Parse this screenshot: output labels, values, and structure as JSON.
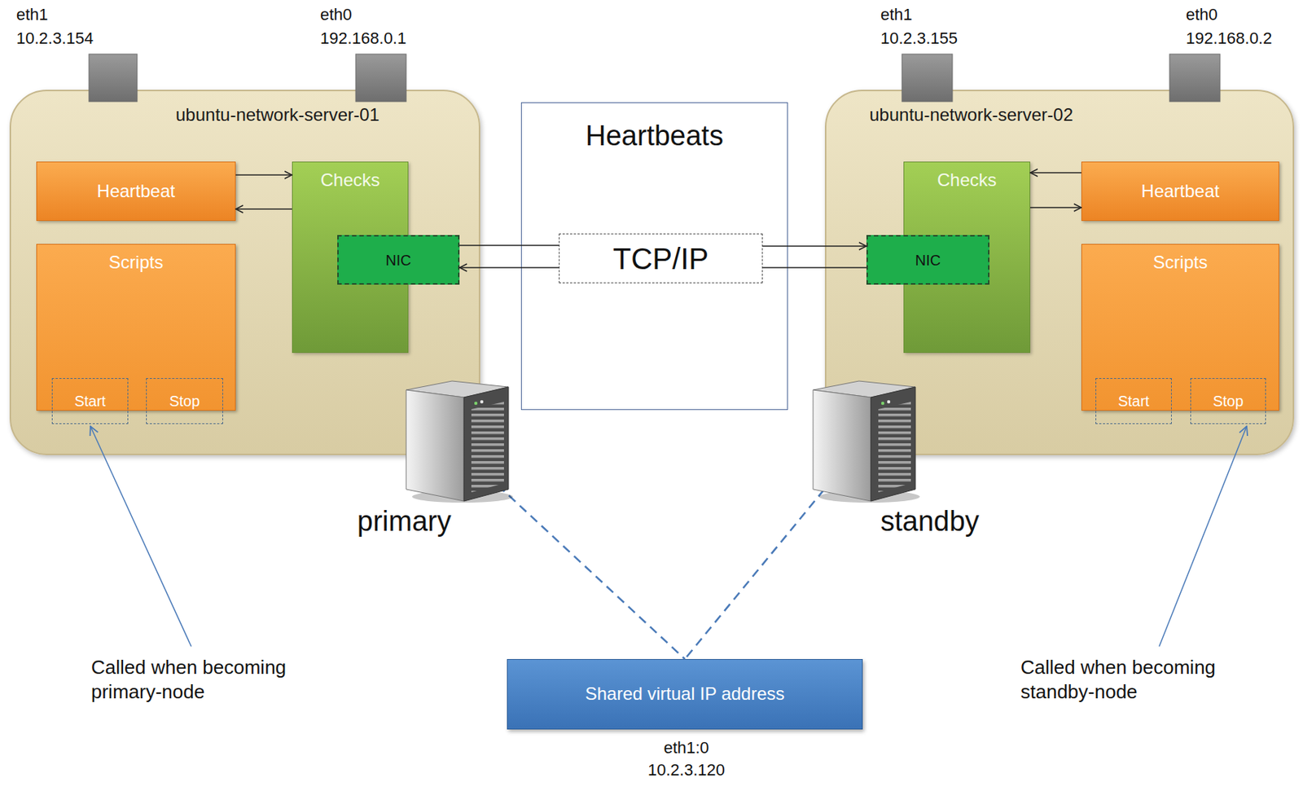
{
  "diagram": {
    "nodes": [
      {
        "text": [
          "ubuntu-network-server-01"
        ]
      },
      {
        "text": [
          "Heartbeat"
        ],
        "in": 0
      },
      {
        "text": [
          "Checks"
        ],
        "in": 0
      },
      {
        "text": [
          "NIC"
        ],
        "in": 2
      },
      {
        "text": [
          "Scripts"
        ],
        "in": 0
      },
      {
        "text": [
          "Start"
        ],
        "in": 4
      },
      {
        "text": [
          "Stop"
        ],
        "in": 4
      },
      {
        "text": [
          "Heartbeats"
        ]
      },
      {
        "text": [
          "TCP/IP"
        ],
        "in": 7
      },
      {
        "text": [
          "ubuntu-network-server-02"
        ]
      },
      {
        "text": [
          "Checks"
        ],
        "in": 9
      },
      {
        "text": [
          "NIC"
        ],
        "in": 10
      },
      {
        "text": [
          "Heartbeat"
        ],
        "in": 9
      },
      {
        "text": [
          "Scripts"
        ],
        "in": 9
      },
      {
        "text": [
          "Start"
        ],
        "in": 13
      },
      {
        "text": [
          "Stop"
        ],
        "in": 13
      },
      {
        "text": [
          "Shared virtual IP address"
        ]
      }
    ],
    "edges": [
      {
        "from": 1,
        "to": 2,
        "arrow": "to"
      },
      {
        "from": 2,
        "to": 1,
        "arrow": "to"
      },
      {
        "from": 3,
        "to": 8,
        "arrow": "none"
      },
      {
        "from": 8,
        "to": 3,
        "arrow": "to"
      },
      {
        "from": 8,
        "to": 11,
        "arrow": "to"
      },
      {
        "from": 11,
        "to": 8,
        "arrow": "none"
      },
      {
        "from": 12,
        "to": 10,
        "arrow": "to"
      },
      {
        "from": 10,
        "to": 12,
        "arrow": "to"
      },
      {
        "from": 0,
        "to": 16,
        "arrow": "none"
      },
      {
        "from": 9,
        "to": 16,
        "arrow": "none"
      }
    ],
    "labels": [
      "eth1",
      "10.2.3.154",
      "eth0",
      "192.168.0.1",
      "eth1",
      "10.2.3.155",
      "eth0",
      "192.168.0.2",
      "primary",
      "standby",
      "Called when becoming primary-node",
      "Called when becoming standby-node",
      "eth1:0",
      "10.2.3.120"
    ]
  }
}
